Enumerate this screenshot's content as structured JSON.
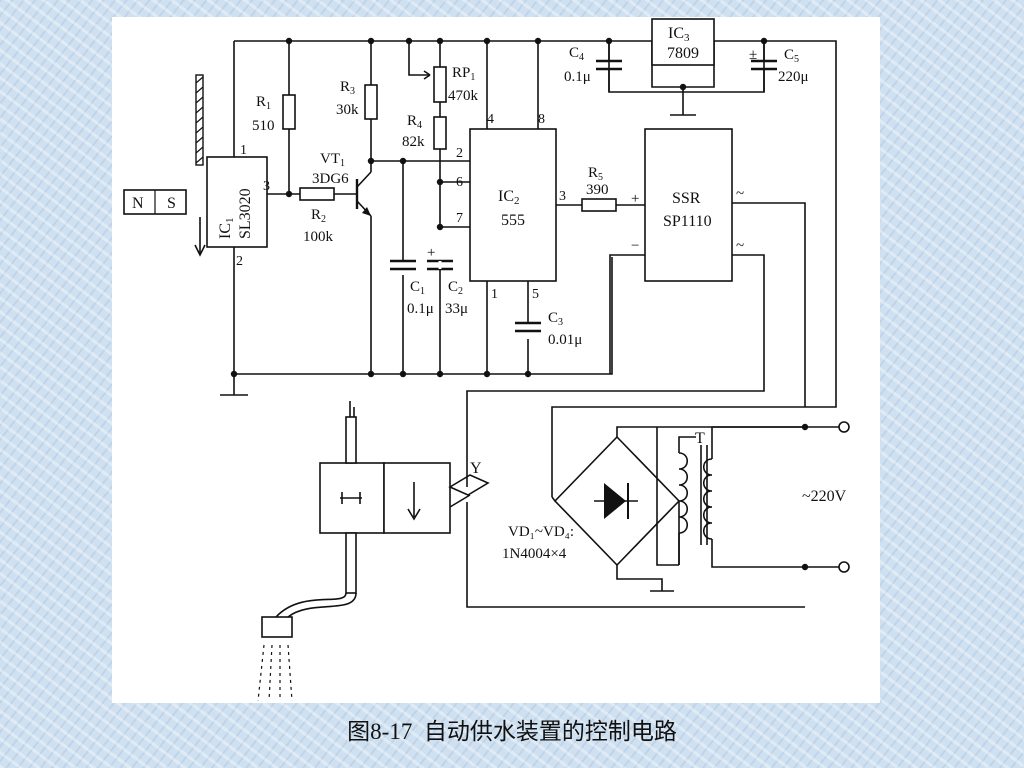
{
  "caption": {
    "figure_number": "图8-17",
    "title": "自动供水装置的控制电路"
  },
  "components": {
    "ic1": {
      "name": "IC",
      "sub": "1",
      "part": "SL3020",
      "pins": [
        "1",
        "3",
        "2"
      ]
    },
    "ic2": {
      "name": "IC",
      "sub": "2",
      "part": "555",
      "pins": [
        "4",
        "8",
        "2",
        "6",
        "7",
        "3",
        "1",
        "5"
      ]
    },
    "ic3": {
      "name": "IC",
      "sub": "3",
      "part": "7809"
    },
    "ssr": {
      "name": "SSR",
      "part": "SP1110",
      "plus": "+",
      "minus": "−",
      "ac1": "~",
      "ac2": "~"
    },
    "vt1": {
      "name": "VT",
      "sub": "1",
      "part": "3DG6"
    },
    "r1": {
      "name": "R",
      "sub": "1",
      "value": "510"
    },
    "r2": {
      "name": "R",
      "sub": "2",
      "value": "100k"
    },
    "r3": {
      "name": "R",
      "sub": "3",
      "value": "30k"
    },
    "r4": {
      "name": "R",
      "sub": "4",
      "value": "82k"
    },
    "r5": {
      "name": "R",
      "sub": "5",
      "value": "390"
    },
    "rp1": {
      "name": "RP",
      "sub": "1",
      "value": "470k"
    },
    "c1": {
      "name": "C",
      "sub": "1",
      "value": "0.1μ"
    },
    "c2": {
      "name": "C",
      "sub": "2",
      "value": "33μ",
      "polarity": "+"
    },
    "c3": {
      "name": "C",
      "sub": "3",
      "value": "0.01μ"
    },
    "c4": {
      "name": "C",
      "sub": "4",
      "value": "0.1μ"
    },
    "c5": {
      "name": "C",
      "sub": "5",
      "value": "220μ",
      "polarity": "±"
    },
    "magnet": {
      "north": "N",
      "south": "S"
    },
    "valve": {
      "name": "Y"
    },
    "transformer": {
      "name": "T"
    },
    "bridge": {
      "line1": "VD₁~VD₄:",
      "line2": "1N4004×4"
    },
    "mains": {
      "label": "~220V"
    }
  }
}
